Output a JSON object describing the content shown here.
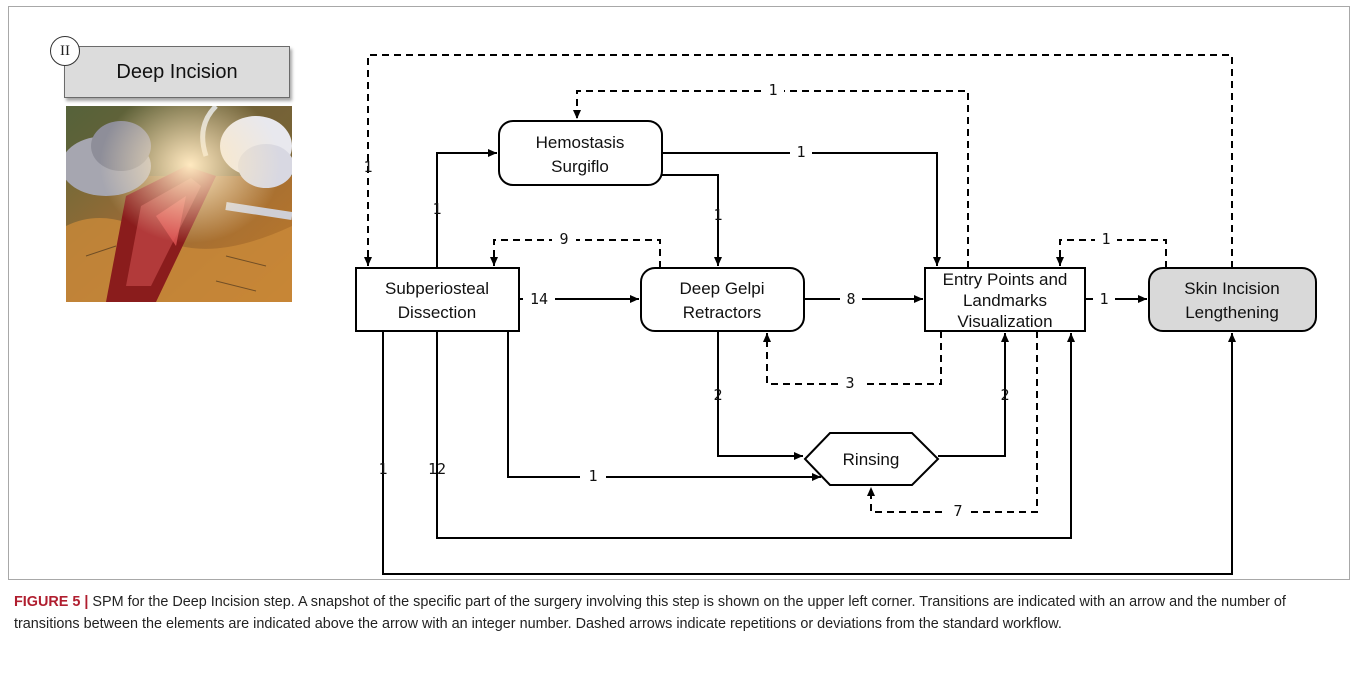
{
  "step": {
    "badge": "II",
    "title": "Deep Incision"
  },
  "nodes": {
    "hemostasis": [
      "Hemostasis",
      "Surgiflo"
    ],
    "subperiosteal": [
      "Subperiosteal",
      "Dissection"
    ],
    "deep_gelpi": [
      "Deep Gelpi",
      "Retractors"
    ],
    "entry_points": [
      "Entry Points and",
      "Landmarks",
      "Visualization"
    ],
    "rinsing": [
      "Rinsing"
    ],
    "skin_incision": [
      "Skin Incision",
      "Lengthening"
    ]
  },
  "edges": {
    "skin_to_sub_dashed": "1",
    "entry_to_hemo_dashed": "1",
    "sub_to_hemo": "1",
    "hemo_to_entry": "1",
    "hemo_to_gelpi": "1",
    "gelpi_to_sub_dashed": "9",
    "sub_to_gelpi": "14",
    "gelpi_to_entry": "8",
    "skin_to_entry_dashed": "1",
    "entry_to_skin": "1",
    "entry_to_gelpi_dashed": "3",
    "gelpi_to_rinsing": "2",
    "rinsing_to_entry": "2",
    "sub_to_rinsing": "1",
    "entry_to_rinsing_dashed": "7",
    "sub_to_entry": "12",
    "sub_to_skin": "1"
  },
  "caption": {
    "label": "FIGURE 5 |",
    "text": " SPM for the Deep Incision step. A snapshot of the specific part of the surgery involving this step is shown on the upper left corner. Transitions are indicated with an arrow and the number of transitions between the elements are indicated above the arrow with an integer number. Dashed arrows indicate repetitions or deviations from the standard workflow."
  }
}
